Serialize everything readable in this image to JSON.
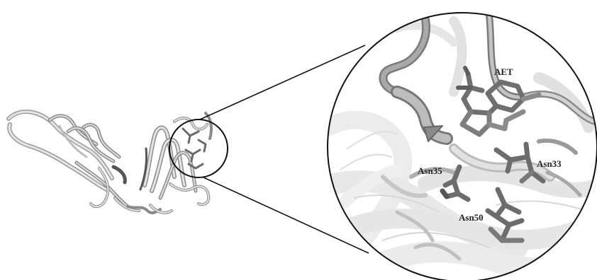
{
  "figure": {
    "labels": {
      "ligand": "AET",
      "residue_1": "Asn35",
      "residue_2": "Asn33",
      "residue_3": "Asn50"
    }
  },
  "colors": {
    "background": "#ffffff",
    "ribbon_light": "#d4d4d4",
    "ribbon_mid": "#a8a8a8",
    "ribbon_dark": "#6e6e6e",
    "stick": "#7a7a7a",
    "stick_dark": "#5e5e5e",
    "outline": "#111111"
  }
}
